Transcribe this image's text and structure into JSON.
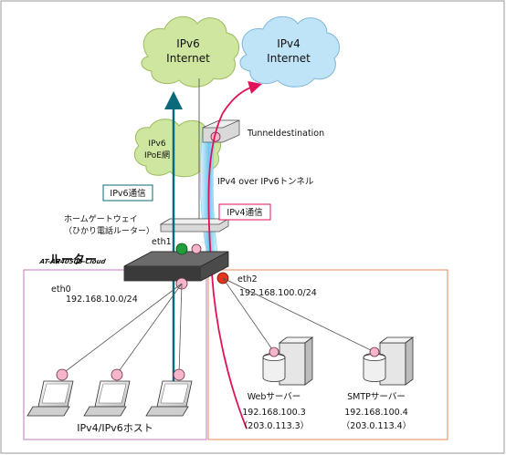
{
  "ipv6_internet": {
    "line1": "IPv6",
    "line2": "Internet"
  },
  "ipv4_internet": {
    "line1": "IPv4",
    "line2": "Internet"
  },
  "ipoe_network": {
    "line1": "IPv6",
    "line2": "IPoE網"
  },
  "tunnel_destination": "Tunneldestination",
  "tunnel_label": "IPv4 over IPv6トンネル",
  "ipv6_comm": "IPv6通信",
  "ipv4_comm": "IPv4通信",
  "home_gateway": {
    "line1": "ホームゲートウェイ",
    "line2": "（ひかり電話ルーター）"
  },
  "router": {
    "title": "ルーター",
    "model": "AT-AR4050S-Cloud"
  },
  "eth1": "eth1",
  "eth0": {
    "name": "eth0",
    "network": "192.168.10.0/24"
  },
  "eth2": {
    "name": "eth2",
    "network": "192.168.100.0/24"
  },
  "hosts_label": "IPv4/IPv6ホスト",
  "web_server": {
    "name": "Webサーバー",
    "ip": "192.168.100.3",
    "global": "（203.0.113.3）"
  },
  "smtp_server": {
    "name": "SMTPサーバー",
    "ip": "192.168.100.4",
    "global": "（203.0.113.4）"
  },
  "colors": {
    "ipv6_cloud": "#cfe6a0",
    "ipv4_cloud": "#bfe3f7",
    "ipv6_arrow": "#0b6a7a",
    "ipv4_arrow": "#e0135a",
    "lan_box": "#c27bc0",
    "server_box": "#e58a55",
    "tunnel": "#6ec8ef",
    "port_pink": "#f4b6c8",
    "port_green": "#1f9e3b",
    "port_red": "#e8341c"
  }
}
